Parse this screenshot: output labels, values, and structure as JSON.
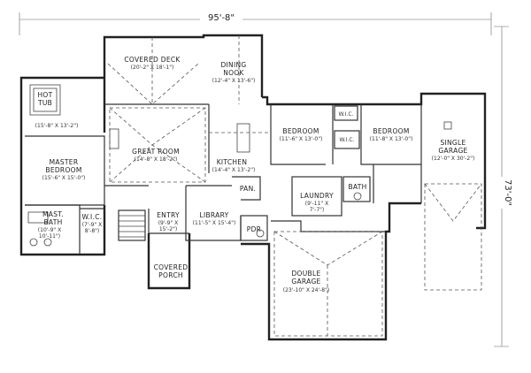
{
  "plan": {
    "overall_width": "95'-8\"",
    "overall_depth": "73'-0\"",
    "rooms": {
      "covered_deck": {
        "name": "COVERED DECK",
        "dims": "(20'-2\" X 18'-1\")"
      },
      "dining_nook": {
        "name_line1": "DINING",
        "name_line2": "NOOK",
        "dims": "(12'-4\" X 13'-6\")"
      },
      "hot_tub": {
        "name_line1": "HOT",
        "name_line2": "TUB",
        "dims": "(15'-8\" X 13'-2\")"
      },
      "great_room": {
        "name": "GREAT ROOM",
        "dims": "(14'-8\" X 18'-2\")"
      },
      "master_bedroom": {
        "name_line1": "MASTER",
        "name_line2": "BEDROOM",
        "dims": "(15'-6\" X 15'-0\")"
      },
      "kitchen": {
        "name": "KITCHEN",
        "dims": "(14'-4\" X 13'-2\")"
      },
      "pantry": {
        "name": "PAN."
      },
      "bedroom_1": {
        "name": "BEDROOM",
        "dims": "(11'-6\" X 13'-0\")"
      },
      "wic_upper": {
        "name": "W.I.C."
      },
      "wic_lower": {
        "name": "W.I.C."
      },
      "bedroom_2": {
        "name": "BEDROOM",
        "dims": "(11'-8\" X 13'-0\")"
      },
      "single_garage": {
        "name_line1": "SINGLE",
        "name_line2": "GARAGE",
        "dims": "(12'-0\" X 30'-2\")"
      },
      "laundry": {
        "name": "LAUNDRY",
        "dims_line1": "(9'-11\" X",
        "dims_line2": "7'-7\")"
      },
      "bath": {
        "name": "BATH"
      },
      "mast_bath": {
        "name_line1": "MAST.",
        "name_line2": "BATH",
        "dims_line1": "(10'-9\" X",
        "dims_line2": "10'-11\")"
      },
      "master_wic": {
        "name": "W.I.C.",
        "dims_line1": "(7'-9\" X",
        "dims_line2": "8'-8\")"
      },
      "entry": {
        "name": "ENTRY",
        "dims_line1": "(9'-9\" X",
        "dims_line2": "15'-2\")"
      },
      "library": {
        "name": "LIBRARY",
        "dims": "(11'-5\" X 15'-4\")"
      },
      "pdr": {
        "name": "PDR"
      },
      "covered_porch": {
        "name_line1": "COVERED",
        "name_line2": "PORCH"
      },
      "double_garage": {
        "name_line1": "DOUBLE",
        "name_line2": "GARAGE",
        "dims": "(23'-10\" X 24'-8\")"
      }
    }
  }
}
